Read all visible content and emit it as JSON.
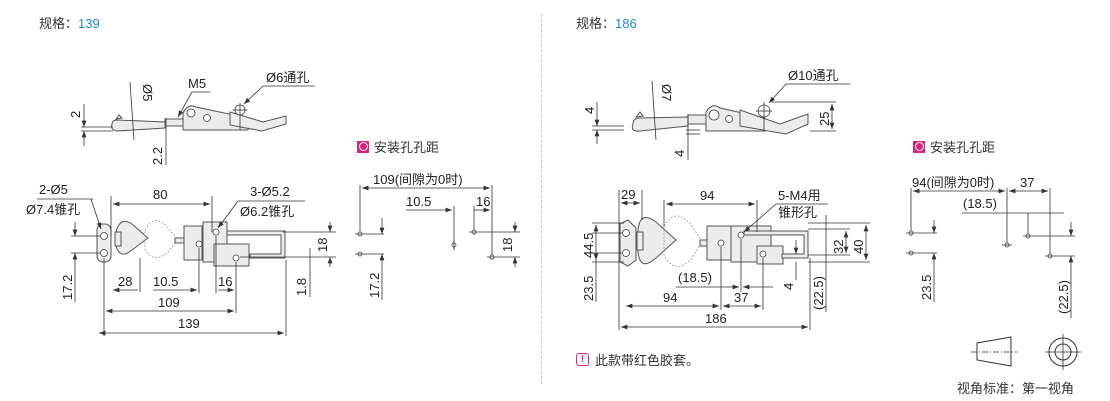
{
  "left": {
    "spec_label": "规格：",
    "spec_value": "139",
    "side_view": {
      "dims": {
        "d5": "Ø5",
        "m5": "M5",
        "hole": "Ø6通孔",
        "two": "2",
        "two_two": "2.2"
      }
    },
    "top_view": {
      "callout_left_1": "2-Ø5",
      "callout_left_2": "Ø7.4锥孔",
      "callout_right_1": "3-Ø5.2",
      "callout_right_2": "Ø6.2锥孔",
      "dims": {
        "d80": "80",
        "d28": "28",
        "d10_5": "10.5",
        "d16": "16",
        "d109": "109",
        "d139": "139",
        "d17_2": "17.2",
        "d18": "18",
        "d1_8": "1.8"
      }
    },
    "mounting": {
      "title": "安装孔孔距",
      "dims": {
        "d109": "109(间隙为0时)",
        "d10_5": "10.5",
        "d16": "16",
        "d17_2": "17.2",
        "d18": "18"
      }
    }
  },
  "right": {
    "spec_label": "规格：",
    "spec_value": "186",
    "side_view": {
      "dims": {
        "d7": "Ø7",
        "hole": "Ø10通孔",
        "four_top": "4",
        "four_bottom": "4",
        "d25": "25"
      }
    },
    "top_view": {
      "callout_1": "5-M4用",
      "callout_2": "锥形孔",
      "dims": {
        "d29": "29",
        "d94_top": "94",
        "d44_5": "44.5",
        "d23_5": "23.5",
        "d18_5": "(18.5)",
        "d94": "94",
        "d37": "37",
        "d186": "186",
        "d4": "4",
        "d22_5": "(22.5)",
        "d32": "32",
        "d40": "40"
      }
    },
    "mounting": {
      "title": "安装孔孔距",
      "dims": {
        "d94": "94(间隙为0时)",
        "d37": "37",
        "d18_5": "(18.5)",
        "d23_5": "23.5",
        "d22_5": "(22.5)"
      }
    },
    "note": "此款带红色胶套。"
  },
  "projection": {
    "caption": "视角标准：第一视角"
  },
  "colors": {
    "accent_blue": "#1a8ac8",
    "marker_magenta": "#d7247e"
  }
}
